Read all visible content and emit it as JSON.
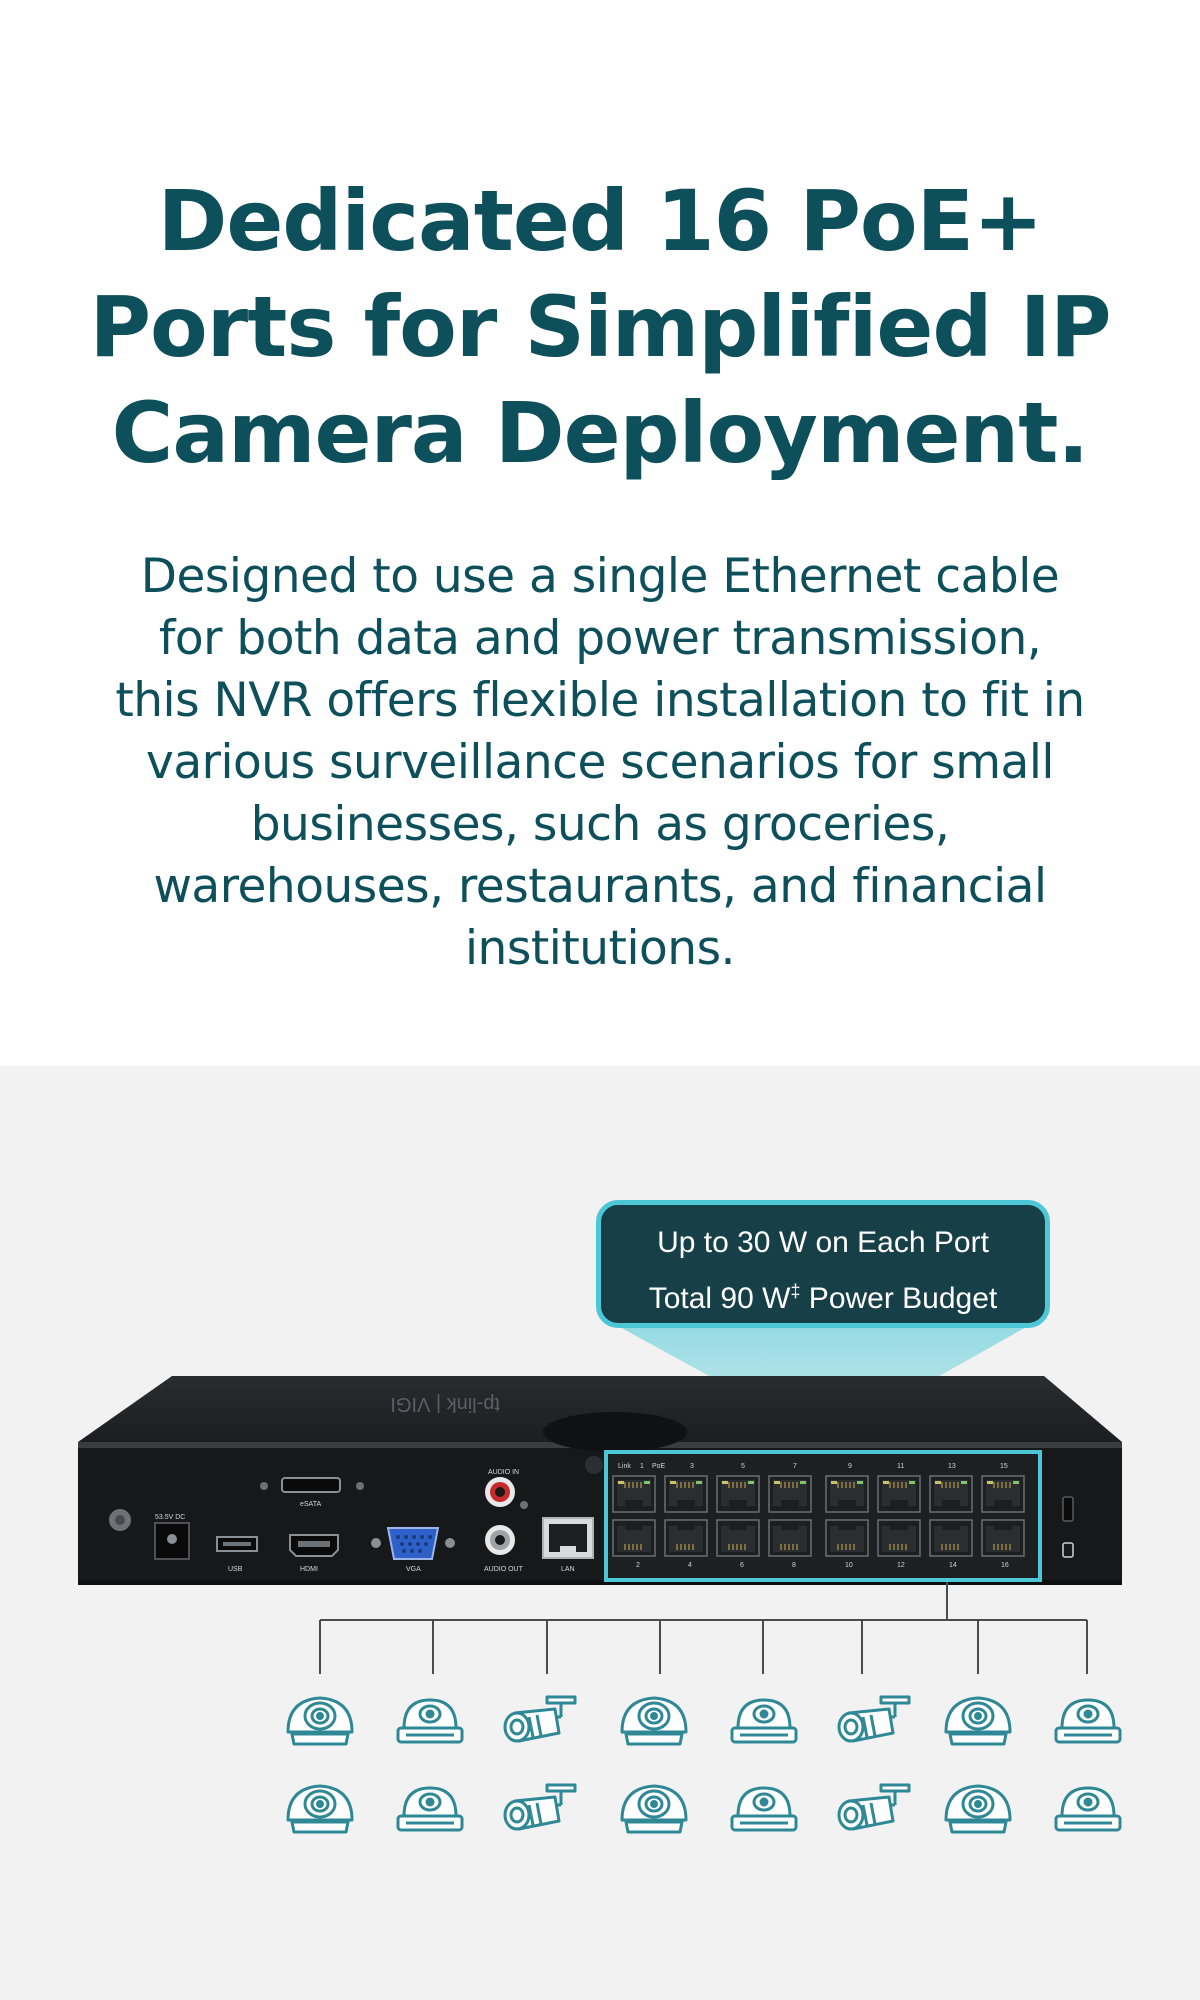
{
  "headline": "Dedicated 16 PoE+ Ports for Simplified IP Camera Deployment.",
  "body": "Designed to use a single Ethernet cable for both data and power transmission, this NVR offers flexible installation to fit in various surveillance scenarios for small businesses, such as groceries, warehouses, restaurants, and financial institutions.",
  "callout": {
    "line1": "Up to 30 W on Each Port",
    "line2_prefix": "Total 90 W",
    "line2_mark": "‡",
    "line2_suffix": " Power Budget"
  },
  "device": {
    "brand": "tp-link | VIGI",
    "rear_labels": {
      "power": "53.5V DC",
      "usb": "USB",
      "esata": "eSATA",
      "hdmi": "HDMI",
      "vga": "VGA",
      "audio_in": "AUDIO IN",
      "audio_out": "AUDIO OUT",
      "lan": "LAN"
    },
    "port_header": [
      "Link",
      "1",
      "PoE",
      "3",
      "5",
      "7",
      "9",
      "11",
      "13",
      "15"
    ],
    "port_numbers_bottom": [
      "2",
      "4",
      "6",
      "8",
      "10",
      "12",
      "14",
      "16"
    ]
  },
  "cameras": {
    "row_types": [
      "dome-sm",
      "dome",
      "bullet",
      "dome-sm",
      "dome",
      "bullet",
      "dome-sm",
      "dome"
    ]
  },
  "colors": {
    "heading": "#0e4f5c",
    "callout_bg": "#173f48",
    "callout_border": "#4cc7d6",
    "accent_teal": "#42b4c3",
    "icon_line": "#2f8896",
    "bottom_bg": "#f2f2f2"
  }
}
